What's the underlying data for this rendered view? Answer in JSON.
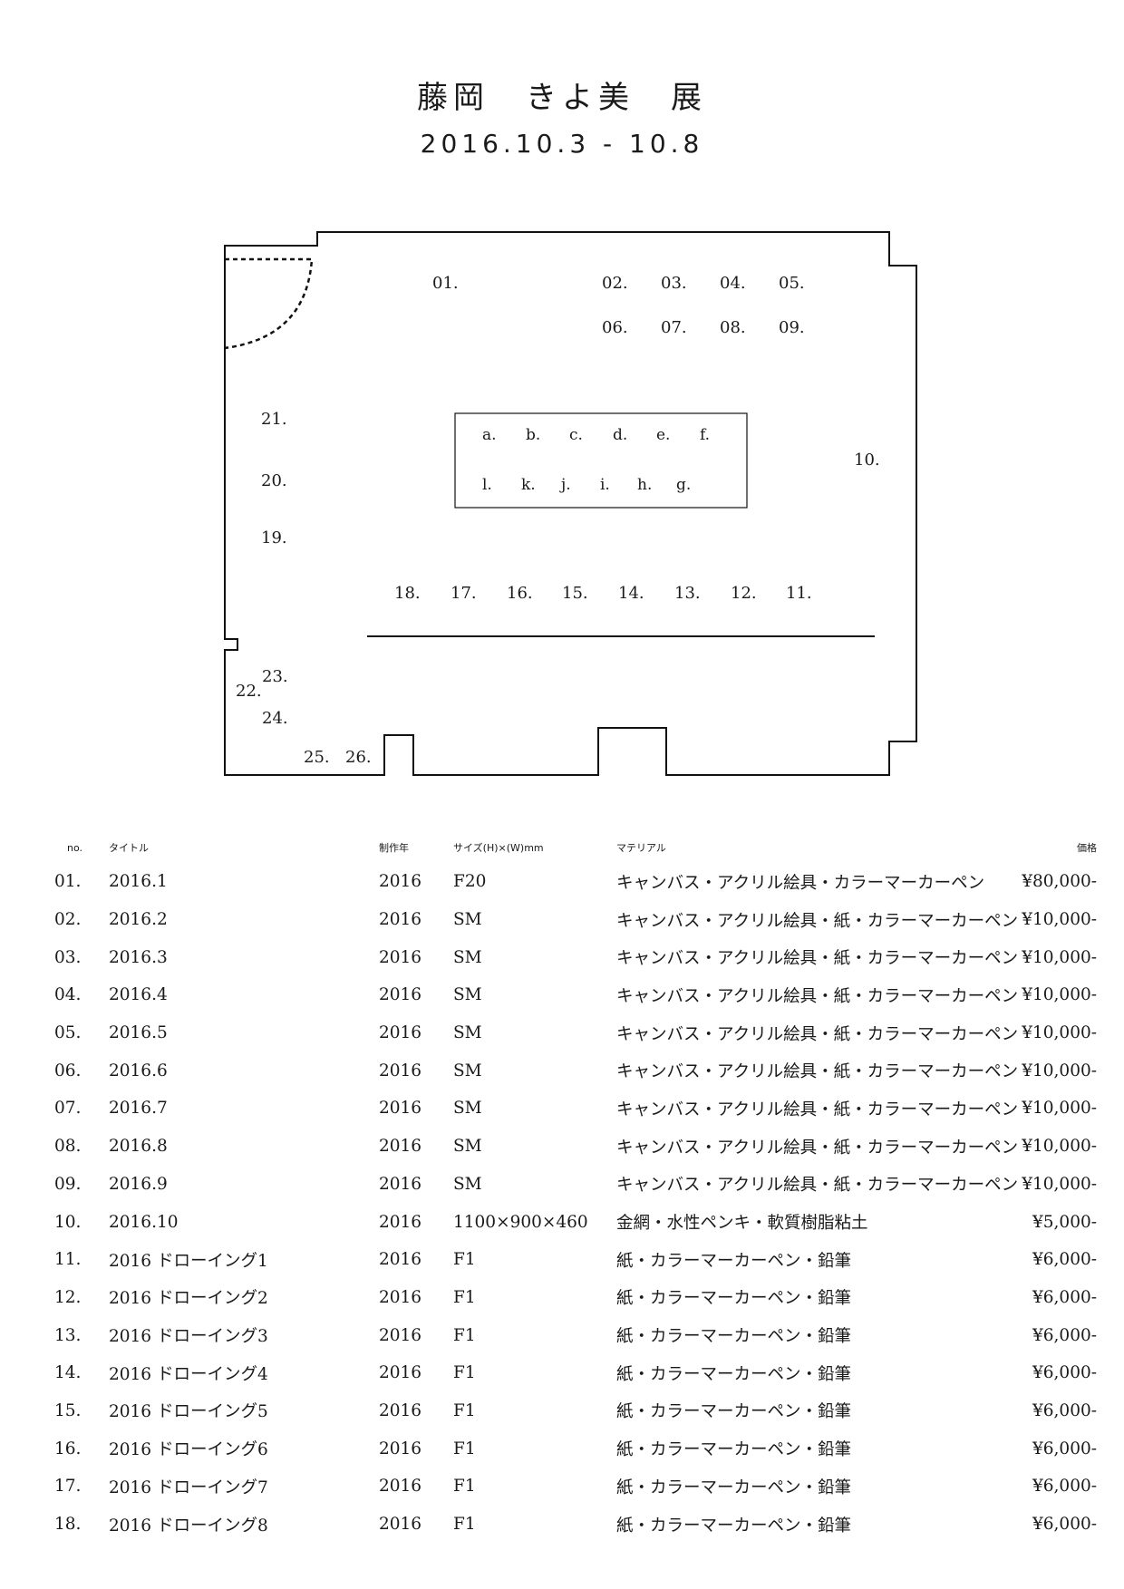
{
  "header": {
    "title": "藤岡　きよ美　展",
    "dates": "2016.10.3 - 10.8"
  },
  "floorplan": {
    "wall_labels": [
      "01.",
      "02.",
      "03.",
      "04.",
      "05.",
      "06.",
      "07.",
      "08.",
      "09.",
      "10.",
      "11.",
      "12.",
      "13.",
      "14.",
      "15.",
      "16.",
      "17.",
      "18.",
      "19.",
      "20.",
      "21.",
      "22.",
      "23.",
      "24.",
      "25.",
      "26."
    ],
    "case_labels_top": [
      "a.",
      "b.",
      "c.",
      "d.",
      "e.",
      "f."
    ],
    "case_labels_bottom": [
      "l.",
      "k.",
      "j.",
      "i.",
      "h.",
      "g."
    ]
  },
  "table": {
    "headers": {
      "no": "no.",
      "title": "タイトル",
      "year": "制作年",
      "size": "サイズ(H)×(W)mm",
      "material": "マテリアル",
      "price": "価格"
    },
    "rows": [
      {
        "no": "01.",
        "title": "2016.1",
        "year": "2016",
        "size": "F20",
        "material": "キャンバス・アクリル絵具・カラーマーカーペン",
        "price": "¥80,000-"
      },
      {
        "no": "02.",
        "title": "2016.2",
        "year": "2016",
        "size": "SM",
        "material": "キャンバス・アクリル絵具・紙・カラーマーカーペン",
        "price": "¥10,000-"
      },
      {
        "no": "03.",
        "title": "2016.3",
        "year": "2016",
        "size": "SM",
        "material": "キャンバス・アクリル絵具・紙・カラーマーカーペン",
        "price": "¥10,000-"
      },
      {
        "no": "04.",
        "title": "2016.4",
        "year": "2016",
        "size": "SM",
        "material": "キャンバス・アクリル絵具・紙・カラーマーカーペン",
        "price": "¥10,000-"
      },
      {
        "no": "05.",
        "title": "2016.5",
        "year": "2016",
        "size": "SM",
        "material": "キャンバス・アクリル絵具・紙・カラーマーカーペン",
        "price": "¥10,000-"
      },
      {
        "no": "06.",
        "title": "2016.6",
        "year": "2016",
        "size": "SM",
        "material": "キャンバス・アクリル絵具・紙・カラーマーカーペン",
        "price": "¥10,000-"
      },
      {
        "no": "07.",
        "title": "2016.7",
        "year": "2016",
        "size": "SM",
        "material": "キャンバス・アクリル絵具・紙・カラーマーカーペン",
        "price": "¥10,000-"
      },
      {
        "no": "08.",
        "title": "2016.8",
        "year": "2016",
        "size": "SM",
        "material": "キャンバス・アクリル絵具・紙・カラーマーカーペン",
        "price": "¥10,000-"
      },
      {
        "no": "09.",
        "title": "2016.9",
        "year": "2016",
        "size": "SM",
        "material": "キャンバス・アクリル絵具・紙・カラーマーカーペン",
        "price": "¥10,000-"
      },
      {
        "no": "10.",
        "title": "2016.10",
        "year": "2016",
        "size": "1100×900×460",
        "material": "金網・水性ペンキ・軟質樹脂粘土",
        "price": "¥5,000-"
      },
      {
        "no": "11.",
        "title": "2016 ドローイング1",
        "year": "2016",
        "size": "F1",
        "material": "紙・カラーマーカーペン・鉛筆",
        "price": "¥6,000-"
      },
      {
        "no": "12.",
        "title": "2016 ドローイング2",
        "year": "2016",
        "size": "F1",
        "material": "紙・カラーマーカーペン・鉛筆",
        "price": "¥6,000-"
      },
      {
        "no": "13.",
        "title": "2016 ドローイング3",
        "year": "2016",
        "size": "F1",
        "material": "紙・カラーマーカーペン・鉛筆",
        "price": "¥6,000-"
      },
      {
        "no": "14.",
        "title": "2016 ドローイング4",
        "year": "2016",
        "size": "F1",
        "material": "紙・カラーマーカーペン・鉛筆",
        "price": "¥6,000-"
      },
      {
        "no": "15.",
        "title": "2016 ドローイング5",
        "year": "2016",
        "size": "F1",
        "material": "紙・カラーマーカーペン・鉛筆",
        "price": "¥6,000-"
      },
      {
        "no": "16.",
        "title": "2016 ドローイング6",
        "year": "2016",
        "size": "F1",
        "material": "紙・カラーマーカーペン・鉛筆",
        "price": "¥6,000-"
      },
      {
        "no": "17.",
        "title": "2016 ドローイング7",
        "year": "2016",
        "size": "F1",
        "material": "紙・カラーマーカーペン・鉛筆",
        "price": "¥6,000-"
      },
      {
        "no": "18.",
        "title": "2016 ドローイング8",
        "year": "2016",
        "size": "F1",
        "material": "紙・カラーマーカーペン・鉛筆",
        "price": "¥6,000-"
      }
    ]
  }
}
